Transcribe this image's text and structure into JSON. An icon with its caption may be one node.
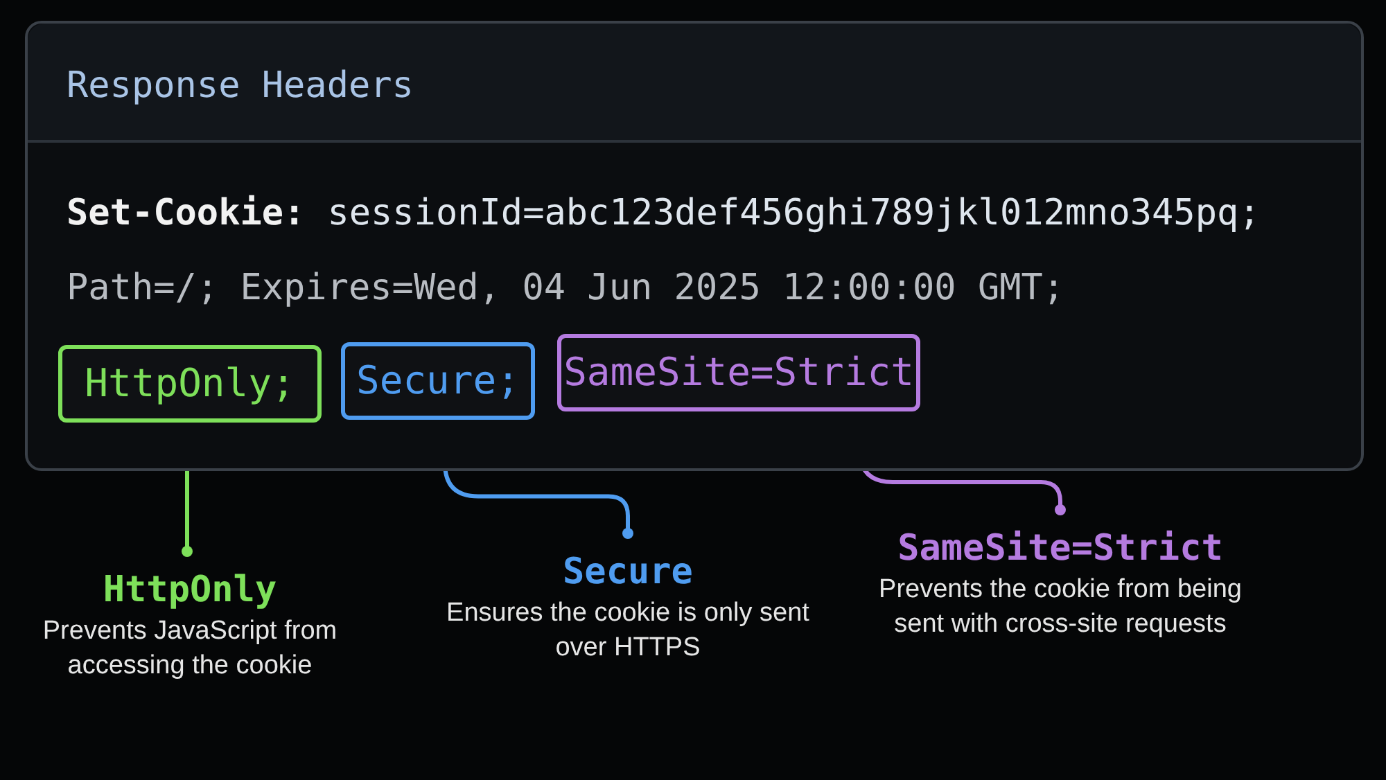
{
  "diagram": {
    "nodes": [
      {
        "text": [
          "Response Headers"
        ]
      },
      {
        "text": [
          "HttpOnly;"
        ],
        "in": 0
      },
      {
        "text": [
          "Secure;"
        ],
        "in": 0
      },
      {
        "text": [
          "SameSite=Strict"
        ],
        "in": 0
      },
      {
        "text": [
          "HttpOnly",
          "Prevents JavaScript from accessing the cookie"
        ]
      },
      {
        "text": [
          "Secure",
          "Ensures the cookie is only sent over HTTPS"
        ]
      },
      {
        "text": [
          "SameSite=Strict",
          "Prevents the cookie from being sent with cross-site requests"
        ]
      }
    ],
    "edges": [
      {
        "from": 1,
        "to": 4,
        "arrow": "other",
        "color": "#7ee05a"
      },
      {
        "from": 2,
        "to": 5,
        "arrow": "other",
        "color": "#4f9cf0"
      },
      {
        "from": 3,
        "to": 6,
        "arrow": "other",
        "color": "#b57be0"
      }
    ],
    "labels": [
      "Set-Cookie:",
      "sessionId=abc123def456ghi789jkl012mno345pq;",
      "Path=/; Expires=Wed, 04 Jun 2025 12:00:00 GMT;"
    ]
  }
}
